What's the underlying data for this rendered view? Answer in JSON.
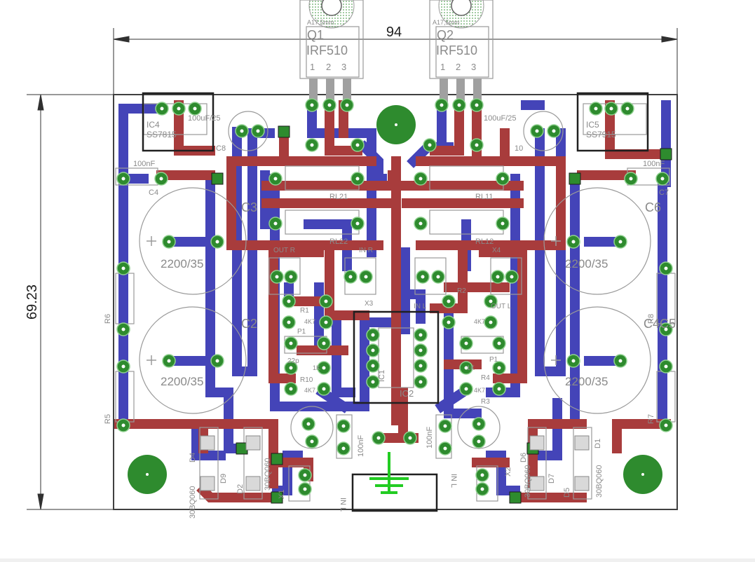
{
  "dimensions": {
    "width": "94",
    "height": "69.23"
  },
  "parts": {
    "q1": {
      "name": "Q1",
      "value": "IRF510",
      "pad_label": "A17,5mm",
      "pins": [
        "1",
        "2",
        "3"
      ]
    },
    "q2": {
      "name": "Q2",
      "value": "IRF510",
      "pad_label": "A17,5mm",
      "pins": [
        "1",
        "2",
        "3"
      ]
    },
    "ic4": {
      "name": "IC4",
      "value": "SS7815"
    },
    "ic5": {
      "name": "IC5",
      "value": "SS7915"
    },
    "c3": {
      "name": "C3",
      "value": "2200/35"
    },
    "c2": {
      "name": "C2",
      "value": "2200/35"
    },
    "c6": {
      "name": "C6",
      "value": "2200/35"
    },
    "c4b": {
      "name": "C4C5",
      "value": "2200/35"
    },
    "c4": {
      "name": "C4",
      "value": "100nF"
    },
    "c7": {
      "name": "C7",
      "value": "100nF"
    },
    "c8": {
      "name": "C8",
      "value": "100uF/25"
    },
    "c10": {
      "name": "10",
      "value": "100uF/25"
    },
    "r6": {
      "name": "R6"
    },
    "r5": {
      "name": "R5"
    },
    "r8": {
      "name": "R8"
    },
    "r7": {
      "name": "R7"
    }
  },
  "labels": {
    "rl21": "RL21",
    "rl22": "RL22",
    "rl11": "RL11",
    "rl12": "RL12",
    "out_r": "OUT R",
    "in_r": "IN R",
    "in_l": "IN L",
    "out_l": "OUT L",
    "x3": "X3",
    "x4": "X4",
    "ic2": "IC2",
    "ic1": "IC1",
    "k4": "4K7",
    "k1": "1K",
    "r1": "R1",
    "r2": "R2",
    "r3": "R3",
    "r4": "R4",
    "r10": "R10",
    "p1": "P1",
    "rp1": "P1",
    "c22p": "22p",
    "nf100a": "100nF",
    "nf100b": "100nF",
    "x1": "X1",
    "x2": "X2",
    "in_l2": "IN L",
    "in_l3": "IN L",
    "d1": "D1",
    "d2": "D2",
    "d3": "D3",
    "d4": "D4",
    "d5": "D5",
    "d6": "D6",
    "d7": "D7",
    "d9": "D9",
    "diode": "30BQ060"
  },
  "colors": {
    "bottom_copper": "#4040b4",
    "top_copper": "#a83c3c",
    "pad": "#2e8b2e",
    "silk": "#a0a0a0",
    "outline": "#404040",
    "gnd": "#22cc22"
  }
}
